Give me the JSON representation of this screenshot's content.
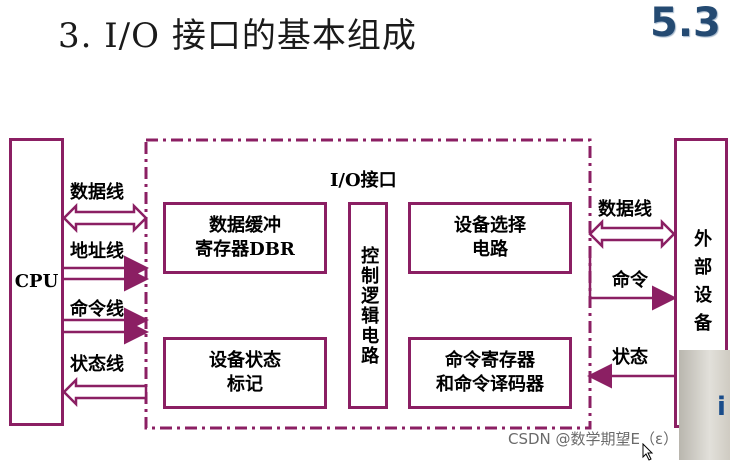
{
  "title": "3. I/O 接口的基本组成",
  "section_number": "5.3",
  "diagram": {
    "cpu": "CPU",
    "interface_title": "I/O接口",
    "data_buffer": [
      "数据缓冲",
      "寄存器DBR"
    ],
    "device_select": [
      "设备选择",
      "电路"
    ],
    "control_logic": "控制逻辑电路",
    "device_status": [
      "设备状态",
      "标记"
    ],
    "command_register": [
      "命令寄存器",
      "和命令译码器"
    ],
    "external_device": "外部设备",
    "bus_labels": {
      "data_line": "数据线",
      "address_line": "地址线",
      "command_line": "命令线",
      "status_line": "状态线"
    },
    "right_labels": {
      "data_line": "数据线",
      "command": "命令",
      "status": "状态"
    }
  },
  "watermark": "CSDN @数学期望E（ε）",
  "colors": {
    "frame": "#8b1f63",
    "section_number": "#244a72"
  }
}
